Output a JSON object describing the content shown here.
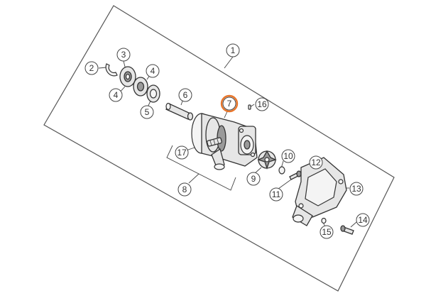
{
  "callouts": {
    "c1": "1",
    "c2": "2",
    "c3": "3",
    "c4a": "4",
    "c4b": "4",
    "c5": "5",
    "c6": "6",
    "c7": "7",
    "c8": "8",
    "c9": "9",
    "c10": "10",
    "c11": "11",
    "c12": "12",
    "c13": "13",
    "c14": "14",
    "c15": "15",
    "c16": "16",
    "c17": "17"
  },
  "colors": {
    "highlight": "#e8752a",
    "line": "#444444",
    "part_fill": "#e6e6e6"
  },
  "selected_callout": "7"
}
